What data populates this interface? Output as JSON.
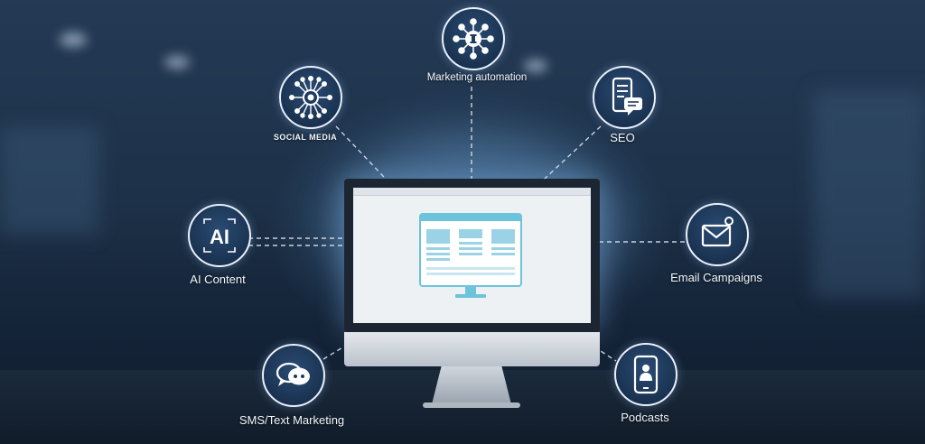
{
  "nodes": {
    "marketing_automation": {
      "label": "Marketing automation",
      "icon": "network-hub-icon"
    },
    "social_media": {
      "label": "SOCIAL MEDIA",
      "icon": "social-network-icon"
    },
    "seo": {
      "label": "SEO",
      "icon": "mobile-chat-icon"
    },
    "ai_content": {
      "label": "AI Content",
      "icon_text": "AI",
      "icon": "ai-chip-icon"
    },
    "email_campaigns": {
      "label": "Email Campaigns",
      "icon": "envelope-icon"
    },
    "sms_text_marketing": {
      "label": "SMS/Text Marketing",
      "icon": "chat-bubbles-icon"
    },
    "podcasts": {
      "label": "Podcasts",
      "icon": "smartphone-icon"
    }
  },
  "colors": {
    "background": "#1d3148",
    "node_fill": "#1e3b5e",
    "node_stroke": "#e9f1fb",
    "accent": "#6cc3dc",
    "text": "#f2f6fb"
  }
}
